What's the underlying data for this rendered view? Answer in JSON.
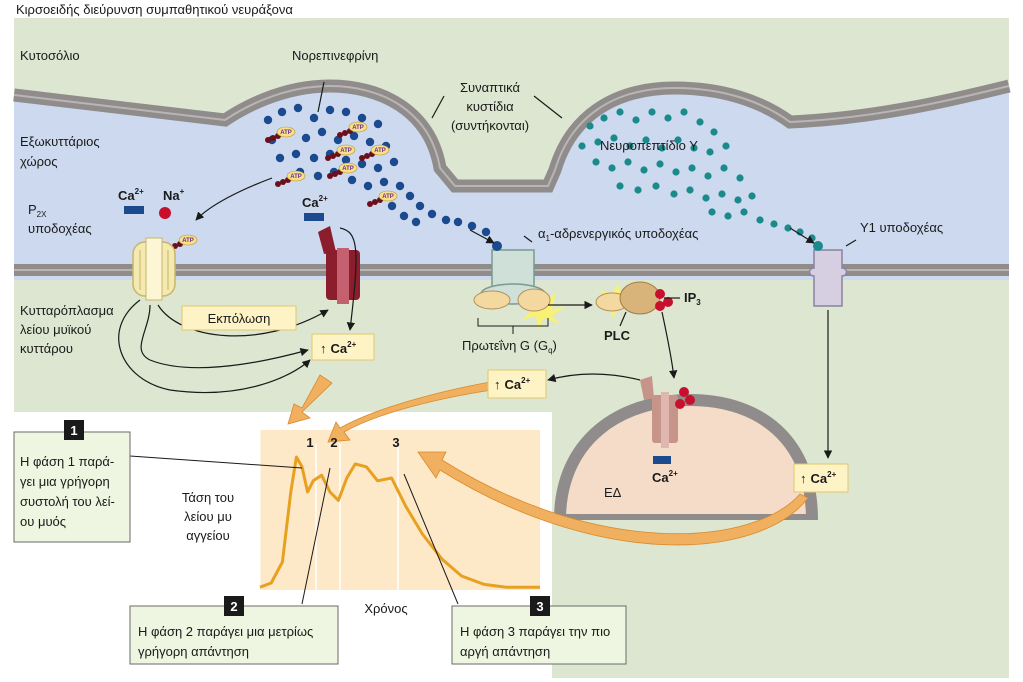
{
  "title": "Κιρσοειδής διεύρυνση συμπαθητικού νευράξονα",
  "regions": {
    "cytosol": "Κυτοσόλιο",
    "extracellular": [
      "Εξωκυττάριος",
      "χώρος"
    ],
    "smooth_muscle": [
      "Κυτταρόπλασμα",
      "λείου μυϊκού",
      "κυττάρου"
    ]
  },
  "labels": {
    "norepinephrine": "Νορεπινεφρίνη",
    "vesicles": [
      "Συναπτικά",
      "κυστίδια",
      "(συντήκονται)"
    ],
    "neuropeptide": "Νευροπεπτίδιο Υ",
    "p2x_receptor_main": "P",
    "p2x_receptor_sub": "2X",
    "p2x_receptor_line2": "υποδοχέας",
    "ca": "Ca",
    "na": "Na",
    "charge_2plus": "2+",
    "charge_plus": "+",
    "depolarization": "Εκπόλωση",
    "alpha1_prefix": "α",
    "alpha1_sub": "1",
    "alpha1_rest": "-αδρενεργικός υποδοχέας",
    "y1_receptor": "Y1 υποδοχέας",
    "ip": "IP",
    "ip_sub": "3",
    "plc": "PLC",
    "g_protein_main": "Πρωτεΐνη G (G",
    "g_protein_sub": "q",
    "g_protein_close": ")",
    "er": "ΕΔ",
    "atp": "ATP",
    "ca_up_arrow": "↑",
    "tension": [
      "Τάση του",
      "λείου μυ",
      "αγγείου"
    ],
    "time": "Χρόνος"
  },
  "phases": [
    {
      "number": "1",
      "text": [
        "Η φάση 1 παρά-",
        "γει μια γρήγορη",
        "συστολή του λεί-",
        "ου μυός"
      ]
    },
    {
      "number": "2",
      "text": [
        "Η φάση 2 παράγει μια μετρίως",
        "γρήγορη απάντηση"
      ]
    },
    {
      "number": "3",
      "text": [
        "Η φάση 3 παράγει την πιο",
        "αργή απάντηση"
      ]
    }
  ],
  "chart_data": {
    "type": "line",
    "title": "",
    "xlabel": "Χρόνος",
    "ylabel": "Τάση του λείου μυ αγγείου",
    "phase_markers": [
      "1",
      "2",
      "3"
    ],
    "series": [
      {
        "x": [
          0,
          0.04,
          0.08,
          0.11,
          0.13,
          0.15,
          0.17,
          0.19,
          0.22,
          0.25,
          0.28,
          0.31,
          0.34,
          0.38,
          0.42,
          0.47,
          0.52,
          0.58,
          0.65,
          0.72,
          0.8,
          0.88,
          0.94,
          1.0
        ],
        "y": [
          0.02,
          0.05,
          0.2,
          0.7,
          0.95,
          0.88,
          0.7,
          0.78,
          0.82,
          0.7,
          0.64,
          0.8,
          0.9,
          0.88,
          0.78,
          0.8,
          0.6,
          0.4,
          0.22,
          0.1,
          0.04,
          0.02,
          0.02,
          0.02
        ]
      }
    ],
    "colors": {
      "line": "#e8a020",
      "background": "#fde8c8"
    }
  },
  "colors": {
    "outer_bg": "#dde6d0",
    "extracellular": "#ccd9ef",
    "membrane": "#8f8c8b",
    "nerve_cytosol": "#ccd9ef",
    "vesicle_inside": "#ccd9ef",
    "ne_dot": "#1b4b8e",
    "npy_dot": "#1a8a8a",
    "receptor_dark": "#8b1d2c",
    "receptor_pink": "#c7948a",
    "label_box": "#fdf3c4",
    "callout_box": "#eef5e0",
    "big_arrow": "#f0b060"
  }
}
